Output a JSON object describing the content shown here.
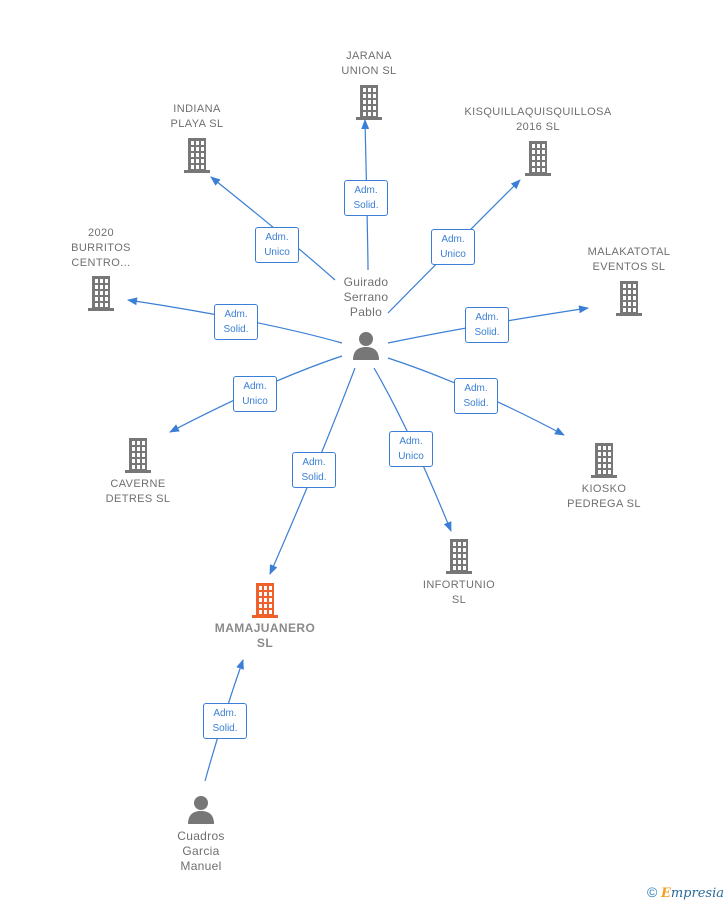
{
  "colors": {
    "edge": "#3a7fd5",
    "company_icon": "#777777",
    "focus_company_icon": "#f0602a",
    "person_icon": "#777777"
  },
  "persons": [
    {
      "id": "guirado",
      "label": "Guirado\nSerrano\nPablo",
      "icon": "person-icon"
    },
    {
      "id": "cuadros",
      "label": "Cuadros\nGarcia\nManuel",
      "icon": "person-icon"
    }
  ],
  "companies": [
    {
      "id": "jarana",
      "label": "JARANA\nUNION  SL",
      "icon": "building-icon"
    },
    {
      "id": "indiana",
      "label": "INDIANA\nPLAYA  SL",
      "icon": "building-icon"
    },
    {
      "id": "kisquilla",
      "label": "KISQUILLAQUISQUILLOSA\n2016  SL",
      "icon": "building-icon"
    },
    {
      "id": "burritos",
      "label": "2020\nBURRITOS\nCENTRO...",
      "icon": "building-icon"
    },
    {
      "id": "malakatotal",
      "label": "MALAKATOTAL\nEVENTOS  SL",
      "icon": "building-icon"
    },
    {
      "id": "caverne",
      "label": "CAVERNE\nDETRES  SL",
      "icon": "building-icon"
    },
    {
      "id": "kiosko",
      "label": "KIOSKO\nPEDREGA  SL",
      "icon": "building-icon"
    },
    {
      "id": "infortunio",
      "label": "INFORTUNIO\nSL",
      "icon": "building-icon"
    },
    {
      "id": "mamajuanero",
      "label": "MAMAJUANERO\nSL",
      "icon": "building-icon",
      "focus": true
    }
  ],
  "edges": [
    {
      "from": "guirado",
      "to": "jarana",
      "label": "Adm.\nSolid."
    },
    {
      "from": "guirado",
      "to": "indiana",
      "label": "Adm.\nUnico"
    },
    {
      "from": "guirado",
      "to": "kisquilla",
      "label": "Adm.\nUnico"
    },
    {
      "from": "guirado",
      "to": "burritos",
      "label": "Adm.\nSolid."
    },
    {
      "from": "guirado",
      "to": "malakatotal",
      "label": "Adm.\nSolid."
    },
    {
      "from": "guirado",
      "to": "caverne",
      "label": "Adm.\nUnico"
    },
    {
      "from": "guirado",
      "to": "kiosko",
      "label": "Adm.\nSolid."
    },
    {
      "from": "guirado",
      "to": "infortunio",
      "label": "Adm.\nUnico"
    },
    {
      "from": "guirado",
      "to": "mamajuanero",
      "label": "Adm.\nSolid."
    },
    {
      "from": "cuadros",
      "to": "mamajuanero",
      "label": "Adm.\nSolid."
    }
  ],
  "brand": {
    "copyright": "©",
    "name_initial": "E",
    "name_rest": "mpresia"
  }
}
